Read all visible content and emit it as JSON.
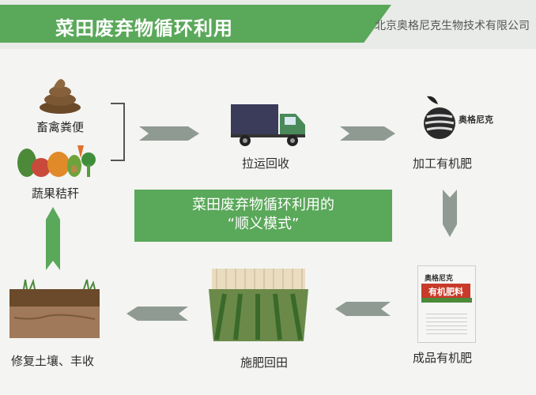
{
  "header": {
    "title": "菜田废弃物循环利用",
    "company": "北京奥格尼克生物技术有限公司"
  },
  "nodes": {
    "manure": "畜禽粪便",
    "vegetables": "蔬果秸秆",
    "transport": "拉运回收",
    "process": "加工有机肥",
    "product": "成品有机肥",
    "fertilize": "施肥回田",
    "soil": "修复土壤、丰收"
  },
  "center": {
    "line1": "菜田废弃物循环利用的",
    "line2": "“顺义模式”"
  },
  "logo_text": "奥格尼克",
  "bag": {
    "brand": "奥格尼克",
    "product": "有机肥料"
  },
  "colors": {
    "green": "#5aa85a",
    "arrow": "#8f9a93"
  }
}
